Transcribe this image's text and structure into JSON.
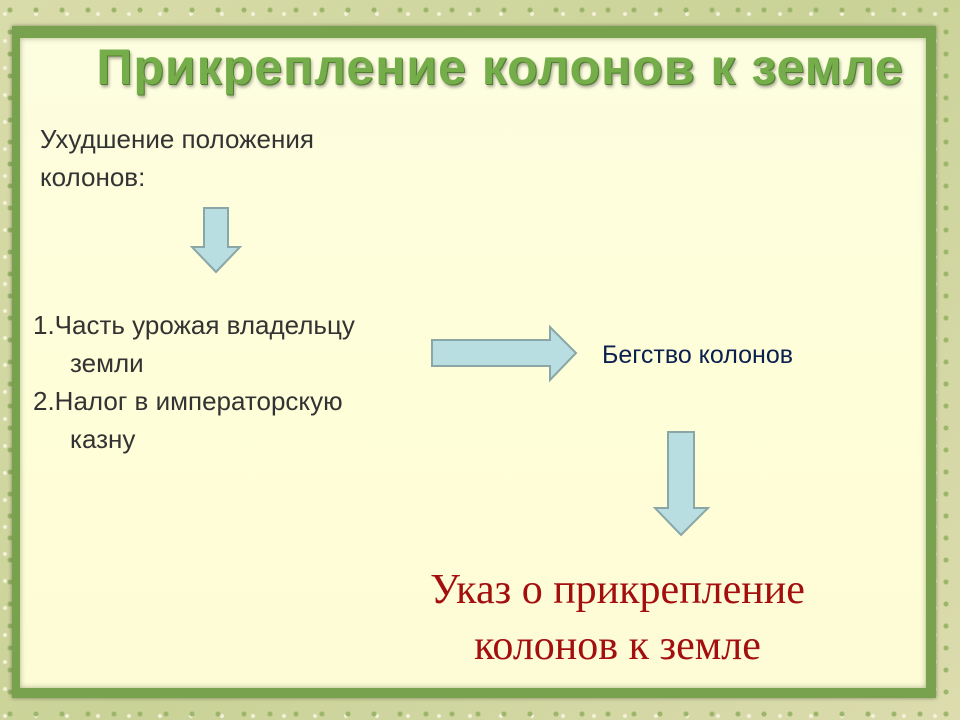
{
  "slide": {
    "title": "Прикрепление колонов к земле",
    "intro_line1": "Ухудшение положения",
    "intro_line2": "колонов:",
    "list": [
      {
        "line1": "1.Часть урожая владельцу",
        "line2": "земли"
      },
      {
        "line1": "2.Налог в императорскую",
        "line2": "казну"
      }
    ],
    "consequence": "Бегство колонов",
    "result_line1": "Указ о прикрепление",
    "result_line2": "колонов к земле"
  },
  "colors": {
    "title": "#74ad4a",
    "frame": "#78a24e",
    "arrow": "#b8dee2",
    "result": "#a30f0f",
    "consequence": "#0c2050"
  }
}
